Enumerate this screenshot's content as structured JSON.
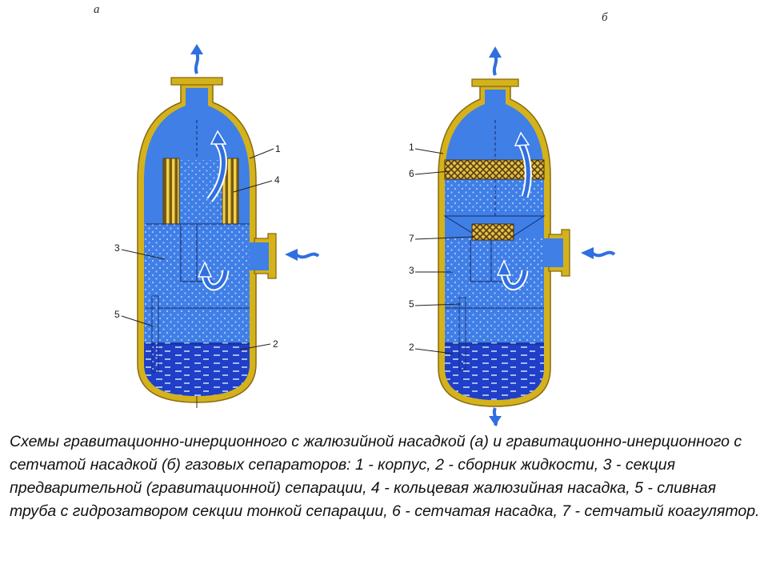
{
  "panels": [
    {
      "letter": "а",
      "callouts": [
        "1",
        "4",
        "3",
        "5",
        "2"
      ]
    },
    {
      "letter": "б",
      "callouts": [
        "1",
        "6",
        "7",
        "3",
        "5",
        "2"
      ]
    }
  ],
  "colors": {
    "vessel_wall": "#d4b21c",
    "gas_fill": "#3f7fe6",
    "liquid_fill": "#1f3fc8",
    "louver_packing": "#7a5a12",
    "mesh_packing": "#6b4a12",
    "flow_arrow": "#2f6fe0"
  },
  "icons": [
    "gas-outlet-arrow-icon",
    "gas-inlet-arrow-icon",
    "liquid-outlet-arrow-icon",
    "flow-turn-arrow-icon"
  ],
  "caption": "Схемы гравитационно-инерционного с жалюзийной насадкой (а) и гравитационно-инерционного с сетчатой насадкой (б) газовых сепараторов: 1 - корпус, 2 - сборник жидкости, 3 - секция предварительной (гравитационной) сепарации, 4 - кольцевая жалюзийная насадка, 5 - сливная труба с гидрозатвором секции тонкой сепарации, 6 - сетчатая насадка, 7 - сетчатый коагулятор."
}
